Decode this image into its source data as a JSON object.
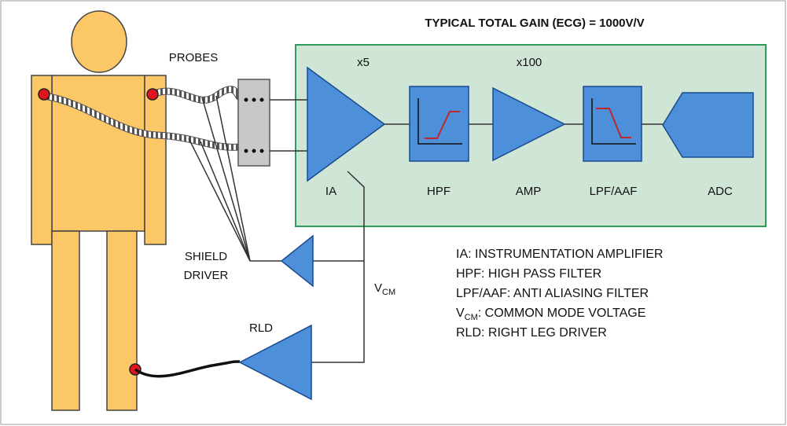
{
  "title": "TYPICAL TOTAL GAIN (ECG) = 1000V/V",
  "probes_label": "PROBES",
  "gain_ia": "x5",
  "gain_amp": "x100",
  "blocks": {
    "ia": "IA",
    "hpf": "HPF",
    "amp": "AMP",
    "lpf": "LPF/AAF",
    "adc": "ADC"
  },
  "shield_driver": [
    "SHIELD",
    "DRIVER"
  ],
  "vcm": {
    "main": "V",
    "sub": "CM"
  },
  "rld": "RLD",
  "legend": [
    {
      "pre": "IA",
      "sub": "",
      "text": ": INSTRUMENTATION AMPLIFIER"
    },
    {
      "pre": "HPF",
      "sub": "",
      "text": ": HIGH PASS FILTER"
    },
    {
      "pre": "LPF/AAF",
      "sub": "",
      "text": ": ANTI ALIASING FILTER"
    },
    {
      "pre": "V",
      "sub": "CM",
      "text": ": COMMON MODE VOLTAGE"
    },
    {
      "pre": "RLD",
      "sub": "",
      "text": ": RIGHT LEG DRIVER"
    }
  ],
  "colors": {
    "body": "#fcc766",
    "panel": "#cfe5d5",
    "panel_stroke": "#2f9a5a",
    "block": "#4d8fd9",
    "block_stroke": "#1a4b8c",
    "electrode": "#e0161c",
    "connector": "#c8c8c8",
    "filter_curve": "#c0272d"
  }
}
